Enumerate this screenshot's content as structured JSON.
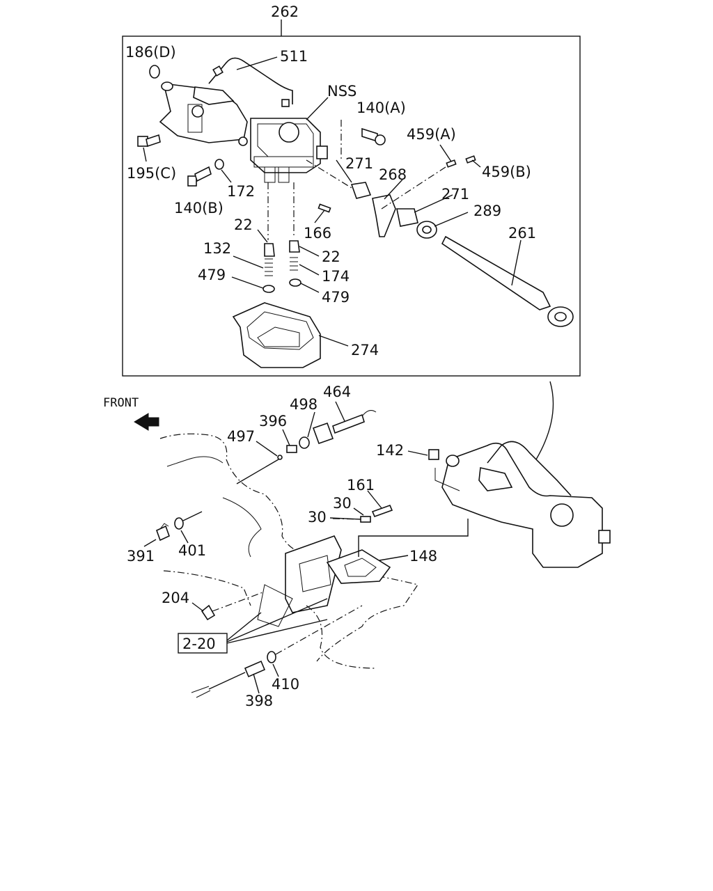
{
  "labels": {
    "l262": "262",
    "l186d": "186(D)",
    "l511": "511",
    "lnss": "NSS",
    "l140a": "140(A)",
    "l459a": "459(A)",
    "l195c": "195(C)",
    "l172": "172",
    "l271a": "271",
    "l268": "268",
    "l459b": "459(B)",
    "l140b": "140(B)",
    "l166": "166",
    "l271b": "271",
    "l289": "289",
    "l22a": "22",
    "l261": "261",
    "l132": "132",
    "l22b": "22",
    "l174": "174",
    "l479a": "479",
    "l479b": "479",
    "l274": "274",
    "front": "FRONT",
    "l464": "464",
    "l498": "498",
    "l396": "396",
    "l497": "497",
    "l142": "142",
    "l161": "161",
    "l30a": "30",
    "l30b": "30",
    "l391": "391",
    "l401": "401",
    "l148": "148",
    "l204": "204",
    "ref": "2-20",
    "l410": "410",
    "l398": "398"
  },
  "colors": {
    "ink": "#111111",
    "background": "#ffffff"
  }
}
